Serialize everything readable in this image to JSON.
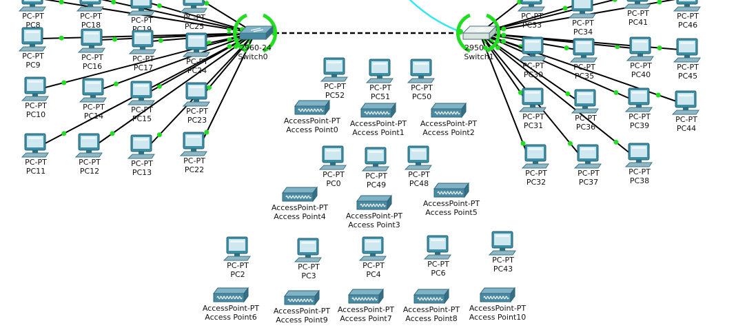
{
  "colors": {
    "background": "#ffffff",
    "link": "#000000",
    "link_up": "#22dd22",
    "fiber": "#33e6f2",
    "pc_body": "#3e8fa6",
    "pc_screen": "#cfe8f0",
    "switch_body": "#4a8aa3",
    "switch2950_body": "#d9e4de",
    "ap_body": "#4a8aa3"
  },
  "switches": [
    {
      "id": "sw0",
      "type_label": "2960-24",
      "name": "Switch0",
      "icon": "switch-icon"
    },
    {
      "id": "sw1",
      "type_label": "2950",
      "name": "Switch1",
      "icon": "switch-icon"
    }
  ],
  "pcs": [
    {
      "type_label": "PC-PT",
      "name": "PC8"
    },
    {
      "type_label": "PC-PT",
      "name": "PC18"
    },
    {
      "type_label": "PC-PT",
      "name": "PC19"
    },
    {
      "type_label": "PC-PT",
      "name": "PC25"
    },
    {
      "type_label": "PC-PT",
      "name": "PC9"
    },
    {
      "type_label": "PC-PT",
      "name": "PC16"
    },
    {
      "type_label": "PC-PT",
      "name": "PC17"
    },
    {
      "type_label": "PC-PT",
      "name": "PC24"
    },
    {
      "type_label": "PC-PT",
      "name": "PC10"
    },
    {
      "type_label": "PC-PT",
      "name": "PC14"
    },
    {
      "type_label": "PC-PT",
      "name": "PC15"
    },
    {
      "type_label": "PC-PT",
      "name": "PC23"
    },
    {
      "type_label": "PC-PT",
      "name": "PC11"
    },
    {
      "type_label": "PC-PT",
      "name": "PC12"
    },
    {
      "type_label": "PC-PT",
      "name": "PC13"
    },
    {
      "type_label": "PC-PT",
      "name": "PC22"
    },
    {
      "type_label": "PC-PT",
      "name": "PC52"
    },
    {
      "type_label": "PC-PT",
      "name": "PC51"
    },
    {
      "type_label": "PC-PT",
      "name": "PC50"
    },
    {
      "type_label": "PC-PT",
      "name": "PC0"
    },
    {
      "type_label": "PC-PT",
      "name": "PC49"
    },
    {
      "type_label": "PC-PT",
      "name": "PC48"
    },
    {
      "type_label": "PC-PT",
      "name": "PC2"
    },
    {
      "type_label": "PC-PT",
      "name": "PC3"
    },
    {
      "type_label": "PC-PT",
      "name": "PC4"
    },
    {
      "type_label": "PC-PT",
      "name": "PC6"
    },
    {
      "type_label": "PC-PT",
      "name": "PC43"
    },
    {
      "type_label": "PC-PT",
      "name": "PC33"
    },
    {
      "type_label": "PC-PT",
      "name": "PC34"
    },
    {
      "type_label": "PC-PT",
      "name": "PC41"
    },
    {
      "type_label": "PC-PT",
      "name": "PC46"
    },
    {
      "type_label": "PC-PT",
      "name": "PC30"
    },
    {
      "type_label": "PC-PT",
      "name": "PC35"
    },
    {
      "type_label": "PC-PT",
      "name": "PC40"
    },
    {
      "type_label": "PC-PT",
      "name": "PC45"
    },
    {
      "type_label": "PC-PT",
      "name": "PC31"
    },
    {
      "type_label": "PC-PT",
      "name": "PC36"
    },
    {
      "type_label": "PC-PT",
      "name": "PC39"
    },
    {
      "type_label": "PC-PT",
      "name": "PC44"
    },
    {
      "type_label": "PC-PT",
      "name": "PC32"
    },
    {
      "type_label": "PC-PT",
      "name": "PC37"
    },
    {
      "type_label": "PC-PT",
      "name": "PC38"
    }
  ],
  "access_points": [
    {
      "type_label": "AccessPoint-PT",
      "name": "Access Point0"
    },
    {
      "type_label": "AccessPoint-PT",
      "name": "Access Point1"
    },
    {
      "type_label": "AccessPoint-PT",
      "name": "Access Point2"
    },
    {
      "type_label": "AccessPoint-PT",
      "name": "Access Point4"
    },
    {
      "type_label": "AccessPoint-PT",
      "name": "Access Point3"
    },
    {
      "type_label": "AccessPoint-PT",
      "name": "Access Point5"
    },
    {
      "type_label": "AccessPoint-PT",
      "name": "Access Point6"
    },
    {
      "type_label": "AccessPoint-PT",
      "name": "Access Point9"
    },
    {
      "type_label": "AccessPoint-PT",
      "name": "Access Point7"
    },
    {
      "type_label": "AccessPoint-PT",
      "name": "Access Point8"
    },
    {
      "type_label": "AccessPoint-PT",
      "name": "Access Point10"
    }
  ]
}
